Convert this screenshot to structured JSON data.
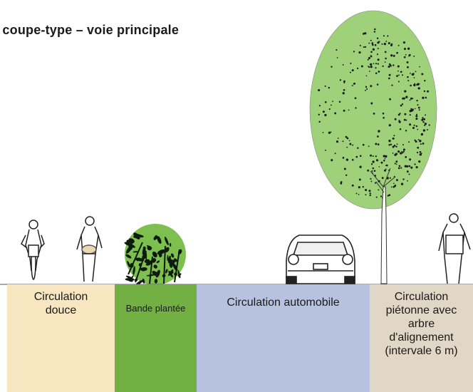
{
  "title": "e coupe-type – voie principale",
  "bands": [
    {
      "label_lines": [
        "Circulation",
        "douce"
      ],
      "color": "#f8e6c0"
    },
    {
      "label_lines": [
        "Bande plantée"
      ],
      "color": "#72b043"
    },
    {
      "label_lines": [
        "Circulation automobile"
      ],
      "color": "#b6c2e0"
    },
    {
      "label_lines": [
        "Circulation",
        "piétonne avec",
        "arbre",
        "d'alignement",
        "(intervale 6 m)"
      ],
      "color": "#e1d7c7"
    }
  ],
  "colors": {
    "tree_canopy": "#9fd17a",
    "bush": "#7dc050",
    "outline": "#1a1a1a"
  }
}
